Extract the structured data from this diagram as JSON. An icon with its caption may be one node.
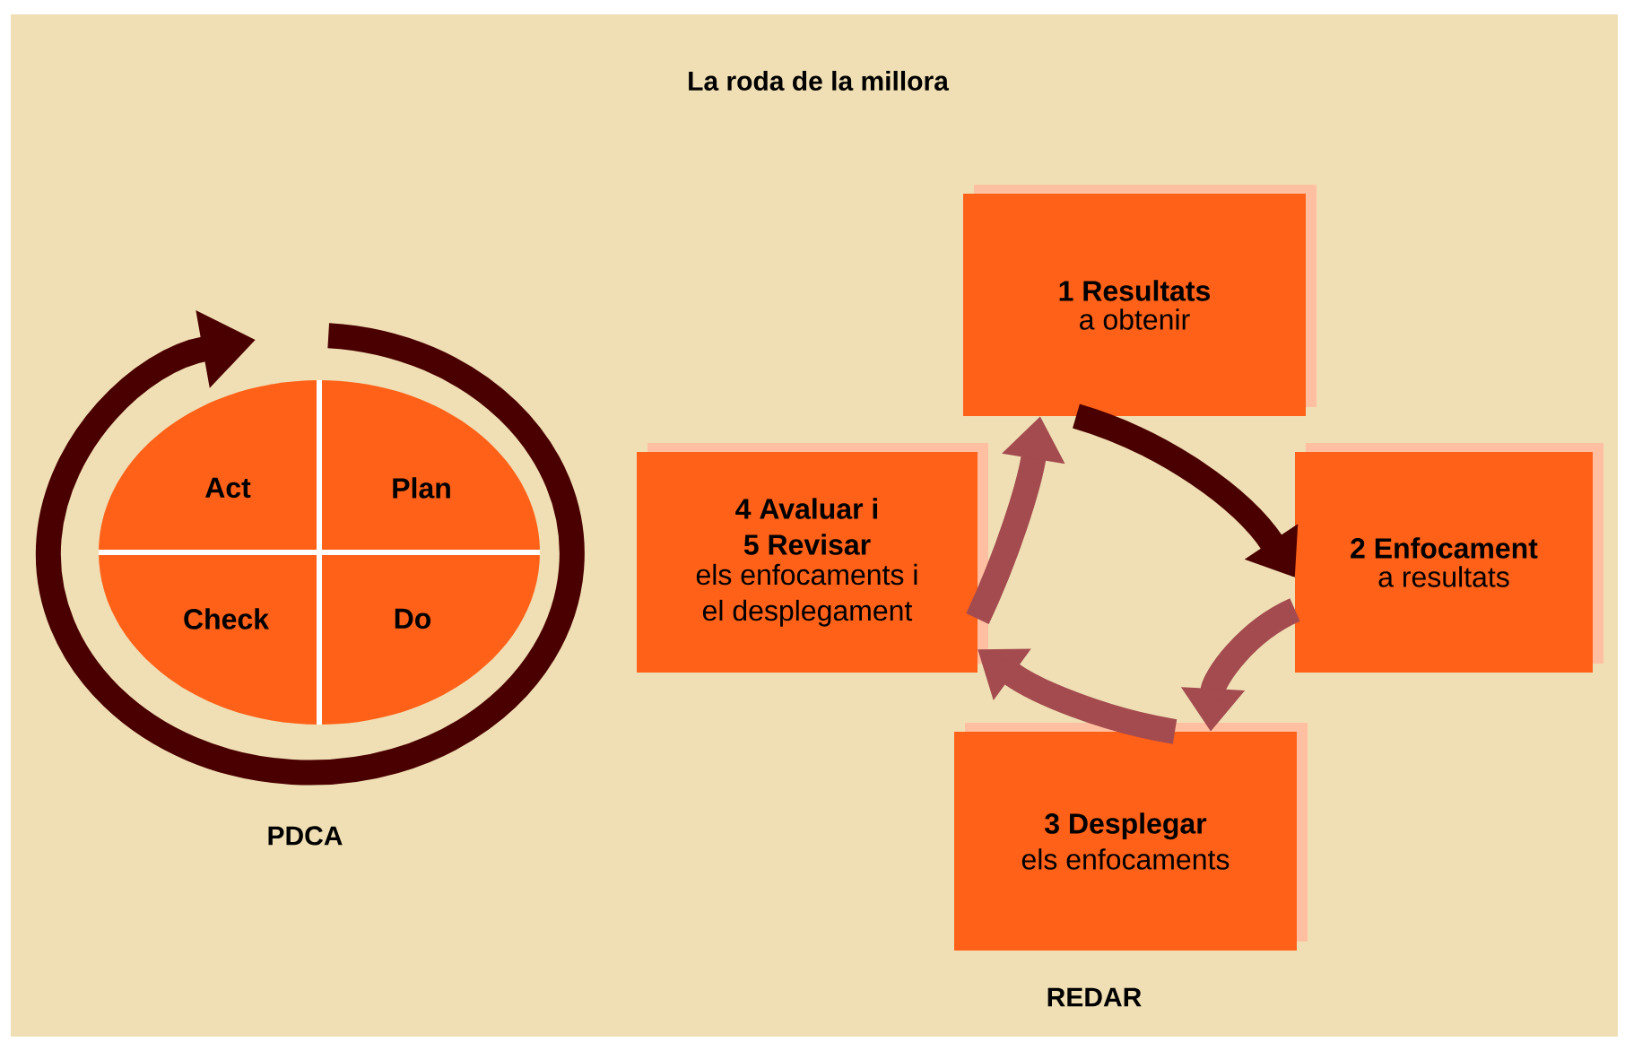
{
  "diagram": {
    "title": "La roda de la millora",
    "nodes": [
      {
        "text": [
          "Act"
        ]
      },
      {
        "text": [
          "Plan"
        ]
      },
      {
        "text": [
          "Check"
        ]
      },
      {
        "text": [
          "Do"
        ]
      },
      {
        "text": [
          "1 Resultats",
          "a obtenir"
        ]
      },
      {
        "text": [
          "2 Enfocament",
          "a resultats"
        ]
      },
      {
        "text": [
          "3 Desplegar",
          "els enfocaments"
        ]
      },
      {
        "text": [
          "4 Avaluar i 5 Revisar",
          "els enfocaments i el desplegament"
        ]
      }
    ],
    "edges": [
      {
        "from": 4,
        "to": 5,
        "arrow": "to",
        "color": "#4a0000"
      },
      {
        "from": 5,
        "to": 6,
        "arrow": "to"
      },
      {
        "from": 6,
        "to": 7,
        "arrow": "to"
      },
      {
        "from": 7,
        "to": 4,
        "arrow": "to"
      }
    ],
    "labels": [
      "PDCA",
      "REDAR"
    ]
  }
}
